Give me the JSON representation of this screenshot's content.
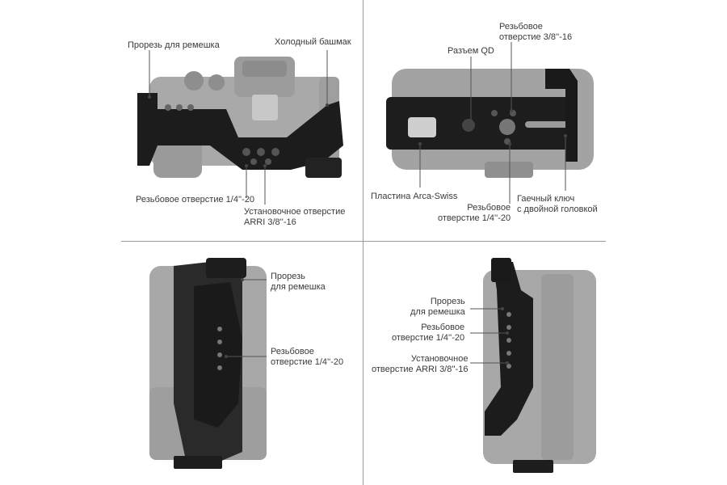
{
  "panels": {
    "top_left": {
      "labels": {
        "strap_slot": "Прорезь для ремешка",
        "cold_shoe": "Холодный башмак",
        "thread_1_4": "Резьбовое отверстие 1/4''-20",
        "arri_mount": "Установочное отверстие\nARRI 3/8''-16"
      }
    },
    "top_right": {
      "labels": {
        "thread_3_8": "Резьбовое\nотверстие 3/8''-16",
        "qd_socket": "Разъем QD",
        "arca_plate": "Пластина Arca-Swiss",
        "thread_1_4": "Резьбовое\nотверстие 1/4''-20",
        "wrench": "Гаечный ключ\nс двойной головкой"
      }
    },
    "bottom_left": {
      "labels": {
        "strap_slot": "Прорезь\nдля ремешка",
        "thread_1_4": "Резьбовое\nотверстие 1/4''-20"
      }
    },
    "bottom_right": {
      "labels": {
        "strap_slot": "Прорезь\nдля ремешка",
        "thread_1_4": "Резьбовое\nотверстие 1/4''-20",
        "arri_mount": "Установочное\nотверстие ARRI 3/8''-16"
      }
    }
  }
}
